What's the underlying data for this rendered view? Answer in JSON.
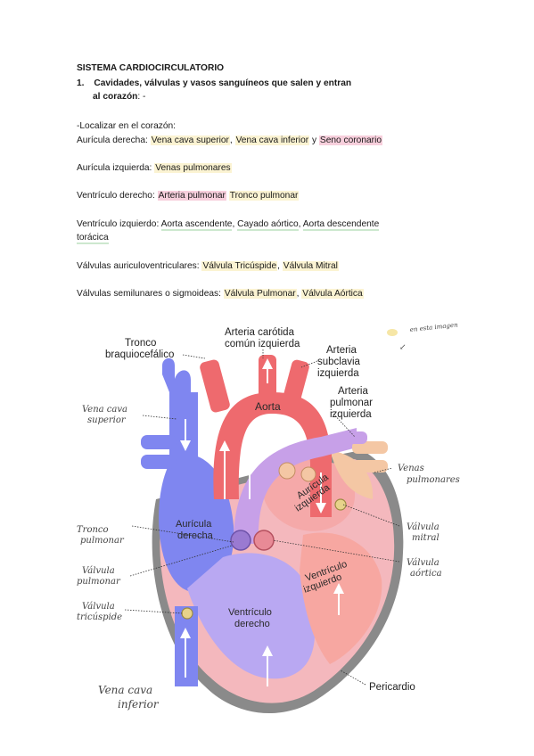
{
  "doc": {
    "title": "SISTEMA CARDIOCIRCULATORIO",
    "q1_num": "1.",
    "q1_line1": "Cavidades, válvulas y vasos sanguíneos que salen y entran",
    "q1_line2_bold": "al corazón",
    "q1_line2_rest": ": -",
    "localizar": "-Localizar en el corazón:",
    "ad_label": "Aurícula derecha: ",
    "ad_v1": "Vena cava superior",
    "ad_sep1": ", ",
    "ad_v2": "Vena cava inferior",
    "ad_sep2": " y ",
    "ad_v3": "Seno coronario",
    "ai_label": "Aurícula izquierda: ",
    "ai_v1": "Venas pulmonares",
    "vd_label": "Ventrículo derecho:  ",
    "vd_v1": "Arteria pulmonar",
    "vd_sep": " ",
    "vd_v2": "Tronco pulmonar",
    "vi_label": " Ventrículo izquierdo:  ",
    "vi_v1": "Aorta ascendente",
    "vi_sep1": ", ",
    "vi_v2": "Cayado aórtico",
    "vi_sep2": ", ",
    "vi_v3": "Aorta descendente",
    "vi_v3b": "torácica",
    "vav_label": "Válvulas auriculoventriculares: ",
    "vav_v1": "Válvula Tricúspide",
    "vav_sep": ", ",
    "vav_v2": "Válvula Mitral",
    "vs_label": "Válvulas semilunares o sigmoideas: ",
    "vs_v1": "Válvula Pulmonar",
    "vs_sep": ", ",
    "vs_v2": "Válvula Aórtica"
  },
  "diagram": {
    "printed": {
      "tronco": "Tronco",
      "braquio": "braquiocefálico",
      "arteria1": "Arteria carótida",
      "comun": "común izquierda",
      "arteria2": "Arteria",
      "subclavia": "subclavia",
      "izquierda1": "izquierda",
      "arteria3": "Arteria",
      "pulmonar": "pulmonar",
      "izquierda2": "izquierda",
      "aorta": "Aorta",
      "auricula_izq1": "Aurícula",
      "auricula_izq2": "izquierda",
      "auricula_der1": "Aurícula",
      "auricula_der2": "derecha",
      "ventriculo_izq1": "Ventrículo",
      "ventriculo_izq2": "izquierdo",
      "ventriculo_der1": "Ventrículo",
      "ventriculo_der2": "derecho",
      "pericardio": "Pericardio"
    },
    "handwritten": {
      "en_esta1": "en esta imagen",
      "vcs1": "Vena cava",
      "vcs2": "superior",
      "venas1": "Venas",
      "venas2": "pulmonares",
      "tronco1": "Tronco",
      "tronco2": "pulmonar",
      "mitral1": "Válvula",
      "mitral2": "mitral",
      "aortica1": "Válvula",
      "aortica2": "aórtica",
      "vpulm1": "Válvula",
      "vpulm2": "pulmonar",
      "vtric1": "Válvula",
      "vtric2": "tricúspide",
      "vci1": "Vena cava",
      "vci2": "inferior"
    },
    "colors": {
      "vein": "#7f86f0",
      "artery": "#ee6a6e",
      "pulmonary": "#c7a0e8",
      "muscle": "#f1b3b8",
      "pericardium": "#808080",
      "fat": "#f4c7a4"
    }
  }
}
